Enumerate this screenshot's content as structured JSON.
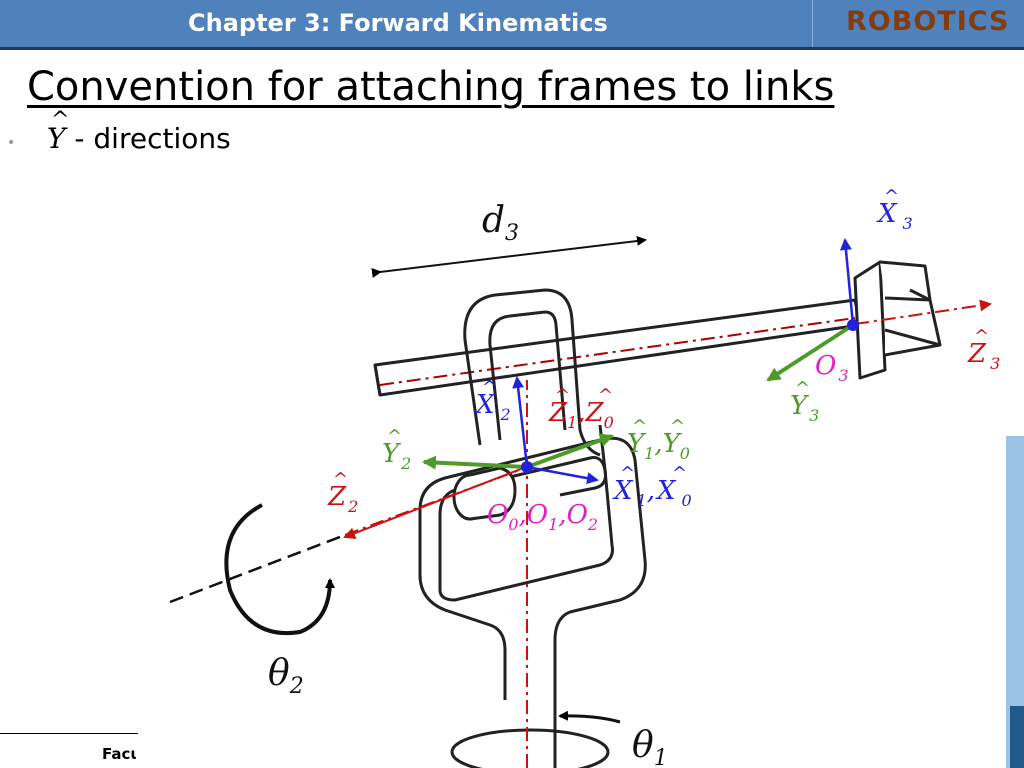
{
  "header": {
    "title": "Chapter 3: Forward Kinematics",
    "brand": "ROBOTICS"
  },
  "slide": {
    "title": "Convention for attaching frames to links",
    "subtitle_symbol": "Y",
    "subtitle_hat": "^",
    "subtitle_text": " - directions"
  },
  "footer": {
    "text": "Faculty"
  },
  "colors": {
    "header_bg": "#4f81bd",
    "brand": "#843c0c",
    "x_axis": "#2222dd",
    "y_axis": "#4e9a2a",
    "z_axis": "#cc1111",
    "origin": "#e020c0"
  },
  "diagram": {
    "labels": {
      "d3": "d",
      "d3_sub": "3",
      "theta1": "θ",
      "theta1_sub": "1",
      "theta2": "θ",
      "theta2_sub": "2",
      "x3": "X",
      "x3_sub": "3",
      "z3": "Z",
      "z3_sub": "3",
      "o3": "O",
      "o3_sub": "3",
      "y3": "Y",
      "y3_sub": "3",
      "x2": "X",
      "x2_sub": "2",
      "z1": "Z",
      "z1_sub": "1",
      "z0": "Z",
      "z0_sub": "0",
      "y2": "Y",
      "y2_sub": "2",
      "y1": "Y",
      "y1_sub": "1",
      "y0": "Y",
      "y0_sub": "0",
      "x1": "X",
      "x1_sub": "1",
      "x0": "X",
      "x0_sub": "0",
      "z2": "Z",
      "z2_sub": "2",
      "o0": "O",
      "o0_sub": "0",
      "o1": "O",
      "o1_sub": "1",
      "o2": "O",
      "o2_sub": "2",
      "hat": "^",
      "comma": ","
    }
  }
}
